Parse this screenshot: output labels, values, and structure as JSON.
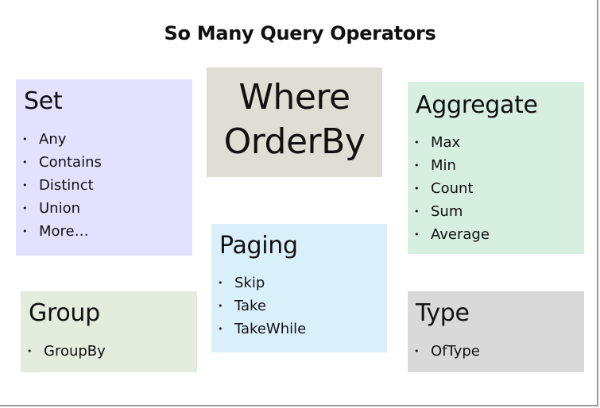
{
  "title": "So Many Query Operators",
  "highlight": {
    "line1": "Where",
    "line2": "OrderBy"
  },
  "groups": {
    "set": {
      "heading": "Set",
      "items": [
        "Any",
        "Contains",
        "Distinct",
        "Union",
        "More…"
      ]
    },
    "aggregate": {
      "heading": "Aggregate",
      "items": [
        "Max",
        "Min",
        "Count",
        "Sum",
        "Average"
      ]
    },
    "paging": {
      "heading": "Paging",
      "items": [
        "Skip",
        "Take",
        "TakeWhile"
      ]
    },
    "group": {
      "heading": "Group",
      "items": [
        "GroupBy"
      ]
    },
    "type": {
      "heading": "Type",
      "items": [
        "OfType"
      ]
    }
  },
  "colors": {
    "set": "#e2e2ff",
    "highlight": "#e0ddd4",
    "aggregate": "#d6efe1",
    "paging": "#d9f0fb",
    "group": "#e3ecdd",
    "type": "#d9d9d9"
  }
}
